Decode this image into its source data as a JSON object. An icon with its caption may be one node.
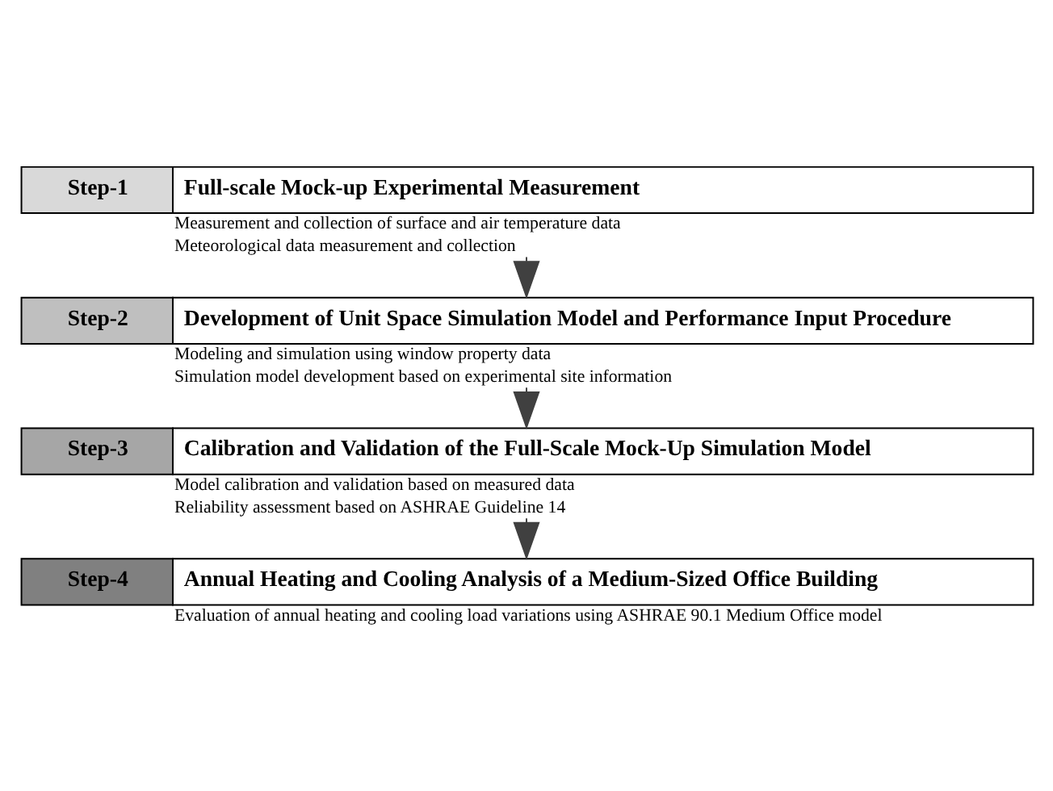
{
  "diagram": {
    "nodes": [
      {
        "text": [
          "Step-1",
          "Full-scale Mock-up Experimental Measurement"
        ],
        "beside": [
          "Measurement and collection of surface and air temperature data",
          "Meteorological data measurement and collection"
        ]
      },
      {
        "text": [
          "Step-2",
          "Development of Unit Space Simulation Model and Performance Input Procedure"
        ],
        "beside": [
          "Modeling and simulation using window property data",
          "Simulation model development based on experimental site information"
        ]
      },
      {
        "text": [
          "Step-3",
          "Calibration and Validation of the Full-Scale Mock-Up Simulation Model"
        ],
        "beside": [
          "Model calibration and validation based on measured data",
          "Reliability assessment based on ASHRAE Guideline 14"
        ]
      },
      {
        "text": [
          "Step-4",
          "Annual Heating and Cooling Analysis of a Medium-Sized Office Building"
        ],
        "beside": [
          "Evaluation of annual heating and cooling load variations using ASHRAE 90.1 Medium Office model"
        ]
      }
    ],
    "edges": [
      {
        "from": 0,
        "to": 1,
        "arrow": "to"
      },
      {
        "from": 1,
        "to": 2,
        "arrow": "to"
      },
      {
        "from": 2,
        "to": 3,
        "arrow": "to"
      }
    ]
  }
}
